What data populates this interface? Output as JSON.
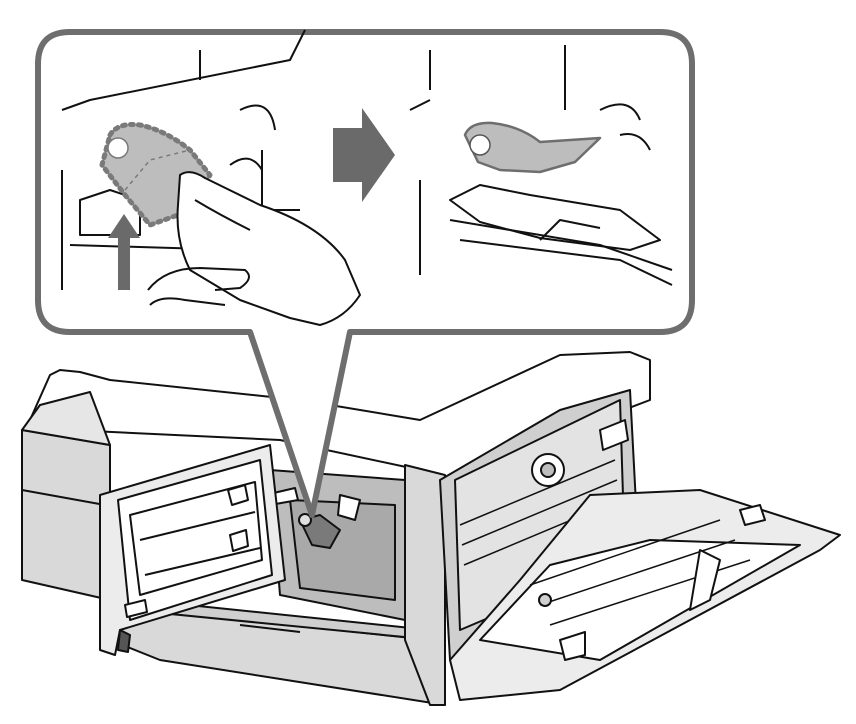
{
  "illustration": {
    "kind": "printer-maintenance-instruction",
    "steps": [
      {
        "name": "lift-tab",
        "arrow": "up-arrow-icon"
      },
      {
        "name": "tab-raised-result"
      }
    ],
    "transition_arrow": "right-arrow-icon"
  },
  "colors": {
    "outline": "#111111",
    "fill_light": "#d9d9d9",
    "fill_mid": "#bdbdbd",
    "fill_dark": "#8a8a8a",
    "callout_border": "#6e6e6e",
    "arrow": "#6a6a6a",
    "background": "#ffffff"
  }
}
